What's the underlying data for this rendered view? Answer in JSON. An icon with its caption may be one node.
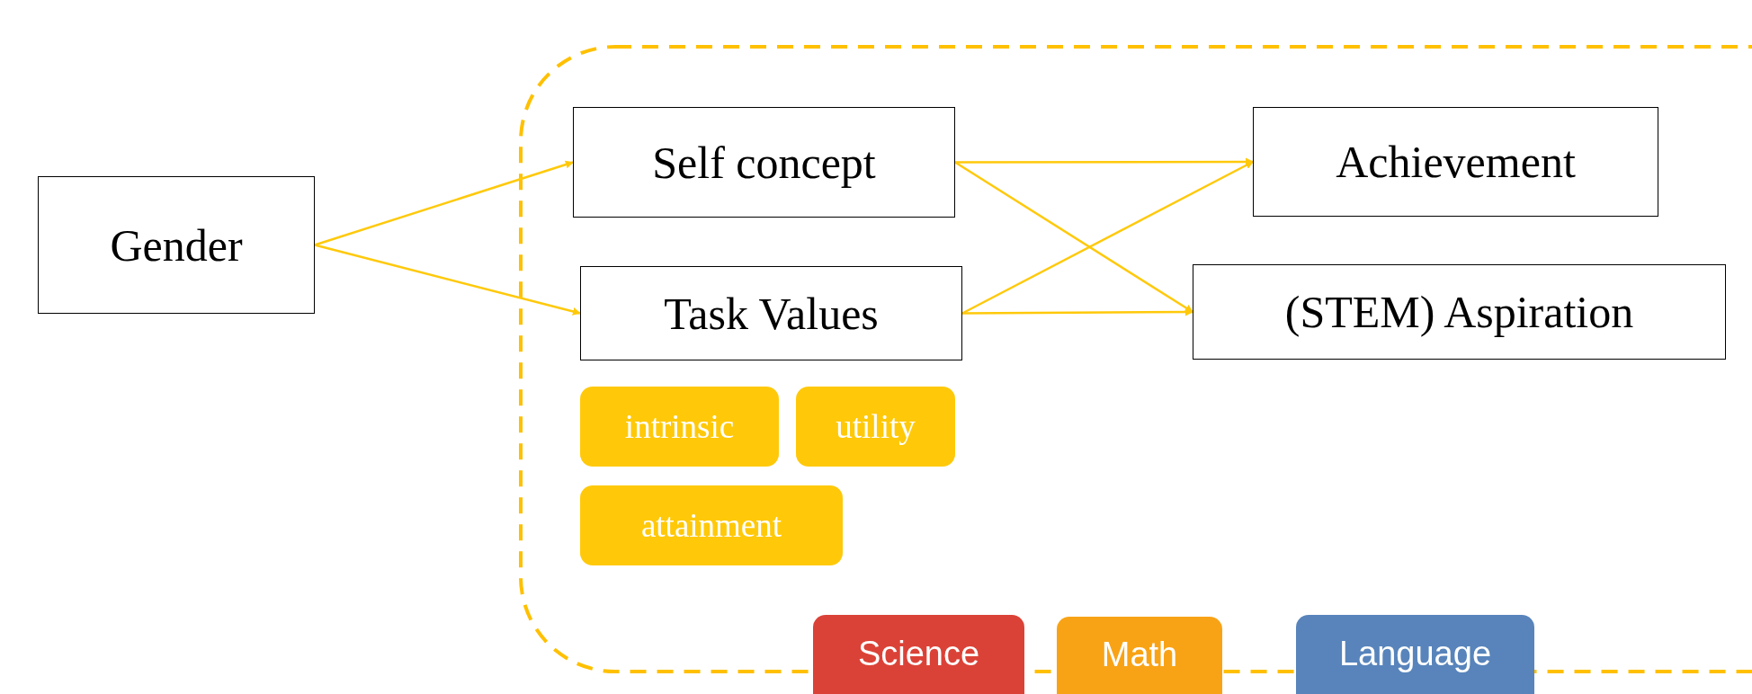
{
  "diagram": {
    "nodes": [
      {
        "text": [
          "Gender"
        ]
      },
      {
        "text": [
          "Self concept"
        ]
      },
      {
        "text": [
          "Task Values"
        ]
      },
      {
        "text": [
          "Achievement"
        ]
      },
      {
        "text": [
          "(STEM) Aspiration"
        ]
      },
      {
        "text": [
          "intrinsic"
        ]
      },
      {
        "text": [
          "utility"
        ]
      },
      {
        "text": [
          "attainment"
        ]
      },
      {
        "text": [
          "Science"
        ]
      },
      {
        "text": [
          "Math"
        ]
      },
      {
        "text": [
          "Language"
        ]
      }
    ],
    "edges": [
      {
        "from": 0,
        "to": 1,
        "arrow": "to"
      },
      {
        "from": 0,
        "to": 2,
        "arrow": "to"
      },
      {
        "from": 1,
        "to": 3,
        "arrow": "to"
      },
      {
        "from": 1,
        "to": 4,
        "arrow": "to"
      },
      {
        "from": 2,
        "to": 3,
        "arrow": "to"
      },
      {
        "from": 2,
        "to": 4,
        "arrow": "to"
      }
    ]
  }
}
